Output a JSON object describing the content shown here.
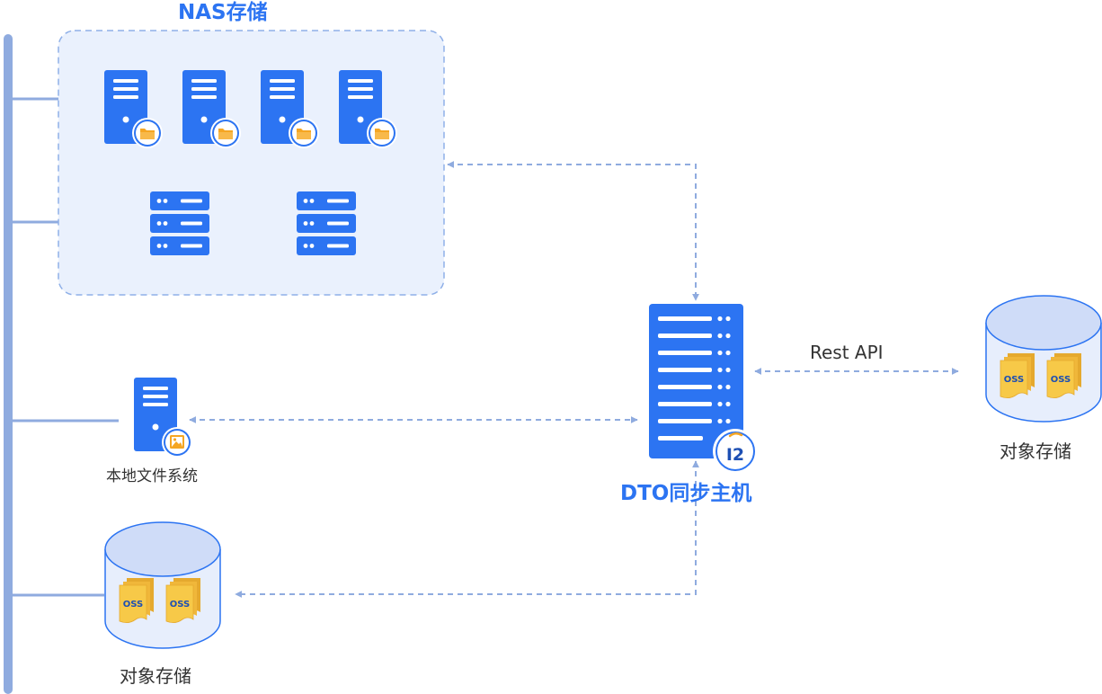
{
  "nas": {
    "title": "NAS存储"
  },
  "dto_host": {
    "title": "DTO同步主机",
    "badge": "I2"
  },
  "local_fs": {
    "label": "本地文件系统"
  },
  "object_storage_right": {
    "label": "对象存储",
    "tag": "OSS"
  },
  "object_storage_left": {
    "label": "对象存储",
    "tag": "OSS"
  },
  "connections": {
    "rest_api": "Rest API"
  },
  "colors": {
    "primary_blue": "#2c74f2",
    "bus_blue": "#8fabdf",
    "folder_orange": "#f5a623",
    "oss_yellow": "#f7c948",
    "panel_fill": "#eaf1fd"
  }
}
